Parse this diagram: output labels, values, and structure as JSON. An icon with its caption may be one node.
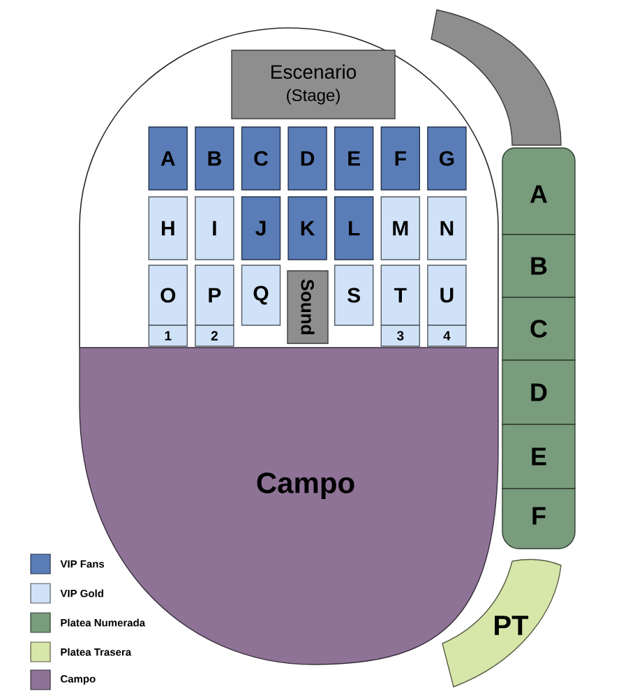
{
  "diagram": {
    "nodes": [
      {
        "text": [
          "Escenario",
          "(Stage)"
        ]
      },
      {
        "text": [
          "A"
        ]
      },
      {
        "text": [
          "B"
        ]
      },
      {
        "text": [
          "C"
        ]
      },
      {
        "text": [
          "D"
        ]
      },
      {
        "text": [
          "E"
        ]
      },
      {
        "text": [
          "F"
        ]
      },
      {
        "text": [
          "G"
        ]
      },
      {
        "text": [
          "H"
        ]
      },
      {
        "text": [
          "I"
        ]
      },
      {
        "text": [
          "J"
        ]
      },
      {
        "text": [
          "K"
        ]
      },
      {
        "text": [
          "L"
        ]
      },
      {
        "text": [
          "M"
        ]
      },
      {
        "text": [
          "N"
        ]
      },
      {
        "text": [
          "O"
        ]
      },
      {
        "text": [
          "P"
        ]
      },
      {
        "text": [
          "Q"
        ]
      },
      {
        "text": [
          "Sound"
        ]
      },
      {
        "text": [
          "S"
        ]
      },
      {
        "text": [
          "T"
        ]
      },
      {
        "text": [
          "U"
        ]
      },
      {
        "text": [
          "1"
        ]
      },
      {
        "text": [
          "2"
        ]
      },
      {
        "text": [
          "3"
        ]
      },
      {
        "text": [
          "4"
        ]
      },
      {
        "text": [],
        "shape": "arc"
      },
      {
        "text": [
          "A"
        ]
      },
      {
        "text": [
          "B"
        ]
      },
      {
        "text": [
          "C"
        ]
      },
      {
        "text": [
          "D"
        ]
      },
      {
        "text": [
          "E"
        ]
      },
      {
        "text": [
          "F"
        ]
      },
      {
        "text": [
          "Campo"
        ]
      },
      {
        "text": [
          "PT"
        ]
      }
    ],
    "legend": [
      {
        "text": "VIP Fans",
        "color": "#5a7db8"
      },
      {
        "text": "VIP Gold",
        "color": "#cfe2f7"
      },
      {
        "text": "Platea Numerada",
        "color": "#789c7c"
      },
      {
        "text": "Platea Trasera",
        "color": "#d7e6a9"
      },
      {
        "text": "Campo",
        "color": "#8e7397"
      }
    ]
  }
}
